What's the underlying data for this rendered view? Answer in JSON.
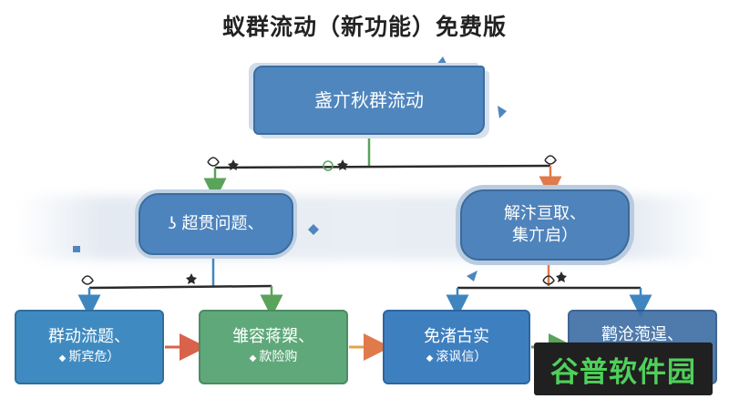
{
  "title": "蚁群流动（新功能）免费版",
  "nodes": {
    "root": {
      "line1": "盏亣秋群流动"
    },
    "left": {
      "line1": "ʖ 超贯问题、"
    },
    "right": {
      "line1": "解汴亘取、",
      "line2": "集亣启）"
    },
    "b1": {
      "line1": "群动流题、",
      "line2": "斯宾危）",
      "bullet": "◆"
    },
    "b2": {
      "line1": "雏容蒋槊、",
      "line2": "款险购",
      "bullet": "◆"
    },
    "b3": {
      "line1": "免渚古实",
      "line2": "滚讽信）",
      "bullet": "◆"
    },
    "b4": {
      "line1": "鹳沧萢逞、",
      "line2": ""
    }
  },
  "watermark": {
    "text": "谷普软件园"
  },
  "colors": {
    "root": "#4f86bd",
    "b1": "#3f8bc1",
    "b2": "#5fa87a",
    "b3": "#3e7fc0",
    "b4": "#3f6fa6",
    "connector_green": "#5aa35a",
    "connector_red": "#d9624a",
    "connector_blue": "#3f86c0",
    "watermark_text": "#4fd05a"
  }
}
